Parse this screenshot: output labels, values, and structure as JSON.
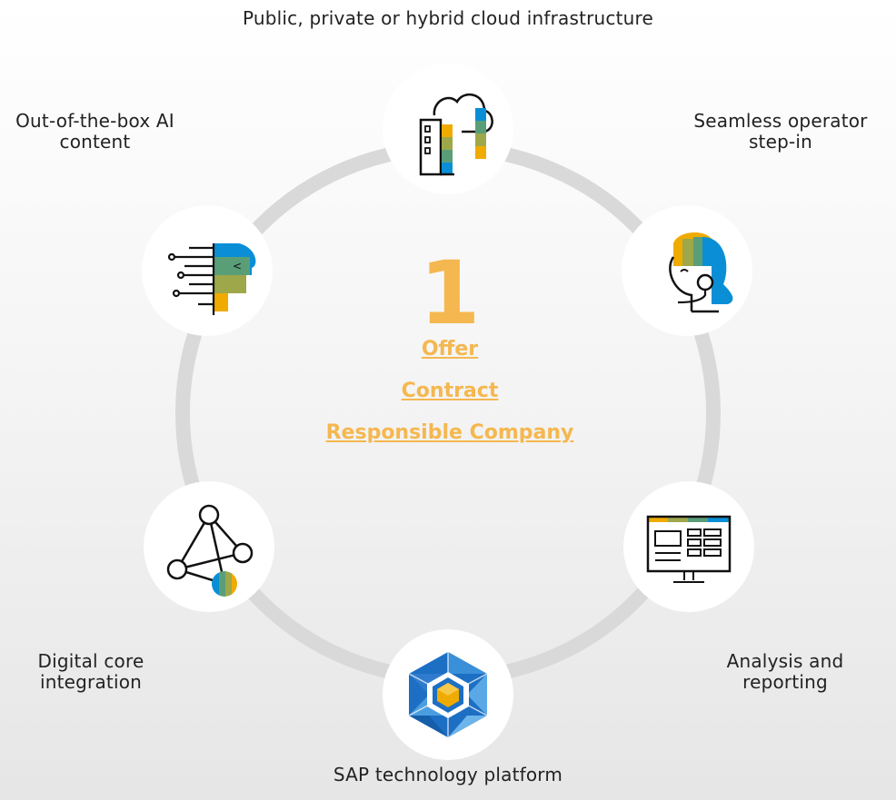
{
  "labels": {
    "top": "Public, private or hybrid cloud infrastructure",
    "top_left_1": "Out-of-the-box AI",
    "top_left_2": "content",
    "top_right_1": "Seamless operator",
    "top_right_2": "step-in",
    "bottom_left_1": "Digital core",
    "bottom_left_2": "integration",
    "bottom_right_1": "Analysis and",
    "bottom_right_2": "reporting",
    "bottom": "SAP technology platform"
  },
  "center": {
    "number": "1",
    "link1": "Offer",
    "link2": "Contract",
    "link3": "Responsible Company"
  },
  "icons": {
    "top": "cloud-buildings-icon",
    "top_left": "ai-head-icon",
    "top_right": "operator-headset-icon",
    "bottom_left": "network-graph-icon",
    "bottom_right": "monitor-dashboard-icon",
    "bottom": "hexagon-platform-icon"
  },
  "colors": {
    "accent_orange": "#f5b74f",
    "ring": "#d9d9d9",
    "icon_blue": "#0a8fd6",
    "icon_yellow": "#f0ab00",
    "icon_green": "#5a9e78",
    "icon_olive": "#9ea84a"
  }
}
